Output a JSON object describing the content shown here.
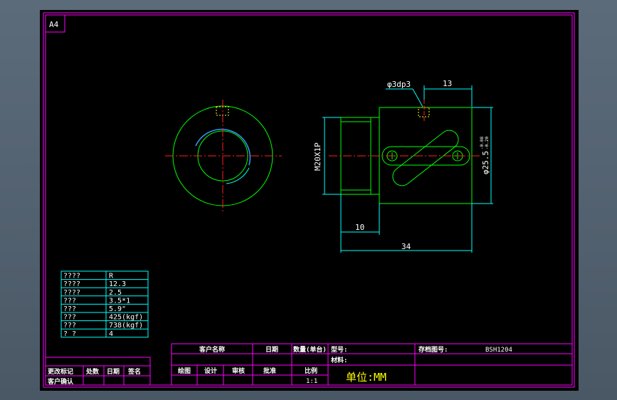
{
  "sheet": {
    "size_label": "A4"
  },
  "colors": {
    "frame": "#ff00ff",
    "green": "#00ff00",
    "cyan": "#00ffff",
    "red": "#ff2020",
    "blue": "#3399ff",
    "white": "#ffffff",
    "yellow": "#ffff00"
  },
  "dimensions": {
    "hole_note": "φ3dp3",
    "hole_offset": "13",
    "thread": "M20X1P",
    "diameter": "φ25.5",
    "tol_upper": "-0.08",
    "tol_lower": "-0.20",
    "flange_length": "10",
    "total_length": "34"
  },
  "param_table": {
    "rows": [
      {
        "key": "????",
        "value": "R"
      },
      {
        "key": "????",
        "value": "12.3"
      },
      {
        "key": "????",
        "value": "2.5"
      },
      {
        "key": "???",
        "value": "3.5*1"
      },
      {
        "key": "???",
        "value": "5.9\""
      },
      {
        "key": "???",
        "value": "425(kgf)"
      },
      {
        "key": "???",
        "value": "738(kgf)"
      },
      {
        "key": "?  ?",
        "value": "4"
      }
    ]
  },
  "revision_block": {
    "row1": [
      "更改标记",
      "处数",
      "日期",
      "签名"
    ],
    "row2": [
      "客户确认"
    ]
  },
  "title_block": {
    "customer_name": "客户名称",
    "date": "日期",
    "quantity": "数量(单台)",
    "model_label": "型号:",
    "drawing_no_label": "存档图号:",
    "drawing_no": "BSH1204",
    "material_label": "材料:",
    "drawn": "绘图",
    "designed": "设计",
    "reviewed": "审核",
    "approved": "批准",
    "scale_label": "比例",
    "scale": "1:1",
    "unit": "单位:MM"
  }
}
